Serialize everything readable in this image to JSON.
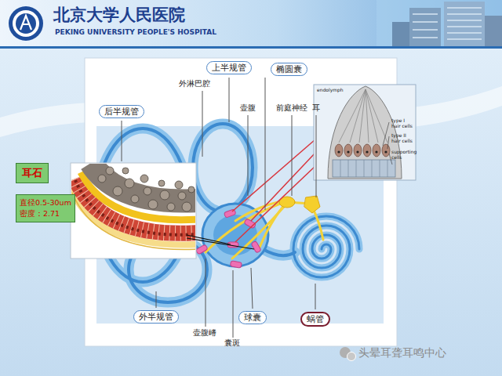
{
  "diagram": {
    "nodes": [
      {
        "text": [
          "上半规管"
        ]
      },
      {
        "text": [
          "椭圆囊"
        ]
      },
      {
        "text": [
          "后半规管"
        ]
      },
      {
        "text": [
          "耳石"
        ]
      },
      {
        "text": [
          "直径0.5-30um",
          "密度：2.71"
        ]
      },
      {
        "text": [
          "外半规管"
        ]
      },
      {
        "text": [
          "球囊"
        ]
      },
      {
        "text": [
          "蜗管"
        ]
      }
    ],
    "labels": [
      "北京大学人民医院",
      "PEKING UNIVERSITY PEOPLE'S HOSPITAL",
      "外淋巴腔",
      "壶腹",
      "前庭神经",
      "耳",
      "endolymph",
      "type I hair cells",
      "type II hair cells",
      "supporting cells",
      "壶腹嵴",
      "囊斑",
      "头晕耳聋耳鸣中心"
    ]
  }
}
